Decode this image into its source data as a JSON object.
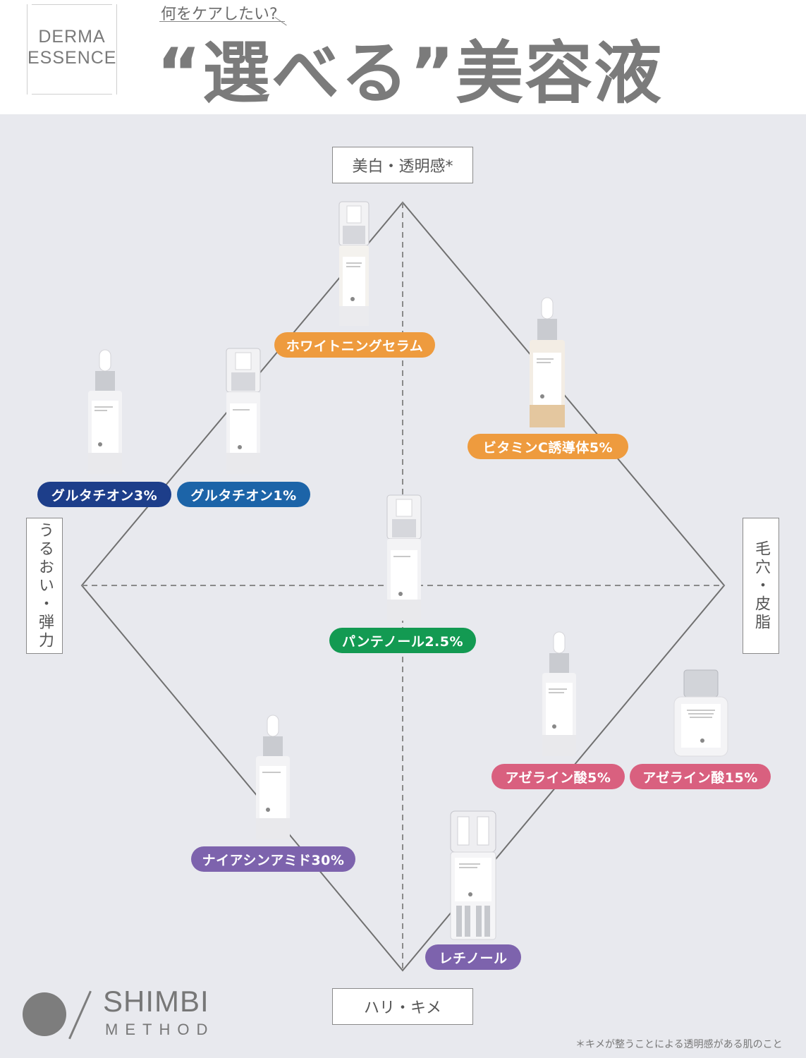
{
  "header": {
    "brand_line1": "DERMA",
    "brand_line2": "ESSENCE",
    "subtitle": "何をケアしたい?",
    "title": "“選べる”美容液"
  },
  "axes": {
    "top": "美白・透明感*",
    "bottom": "ハリ・キメ",
    "left": "うるおい・弾力",
    "right": "毛穴・皮脂"
  },
  "products": [
    {
      "name": "ホワイトニングセラム",
      "color": "#ee9b3e"
    },
    {
      "name": "ビタミンC誘導体5%",
      "color": "#ee9b3e"
    },
    {
      "name": "グルタチオン3%",
      "color": "#1d3e8a"
    },
    {
      "name": "グルタチオン1%",
      "color": "#1c64a8"
    },
    {
      "name": "パンテノール2.5%",
      "color": "#139a52"
    },
    {
      "name": "アゼライン酸5%",
      "color": "#d9607f"
    },
    {
      "name": "アゼライン酸15%",
      "color": "#d9607f"
    },
    {
      "name": "ナイアシンアミド30%",
      "color": "#7d63ad"
    },
    {
      "name": "レチノール",
      "color": "#7d63ad"
    }
  ],
  "logo": {
    "name": "SHIMBI",
    "sub": "METHOD"
  },
  "footnote": "＊キメが整うことによる透明感がある肌のこと"
}
